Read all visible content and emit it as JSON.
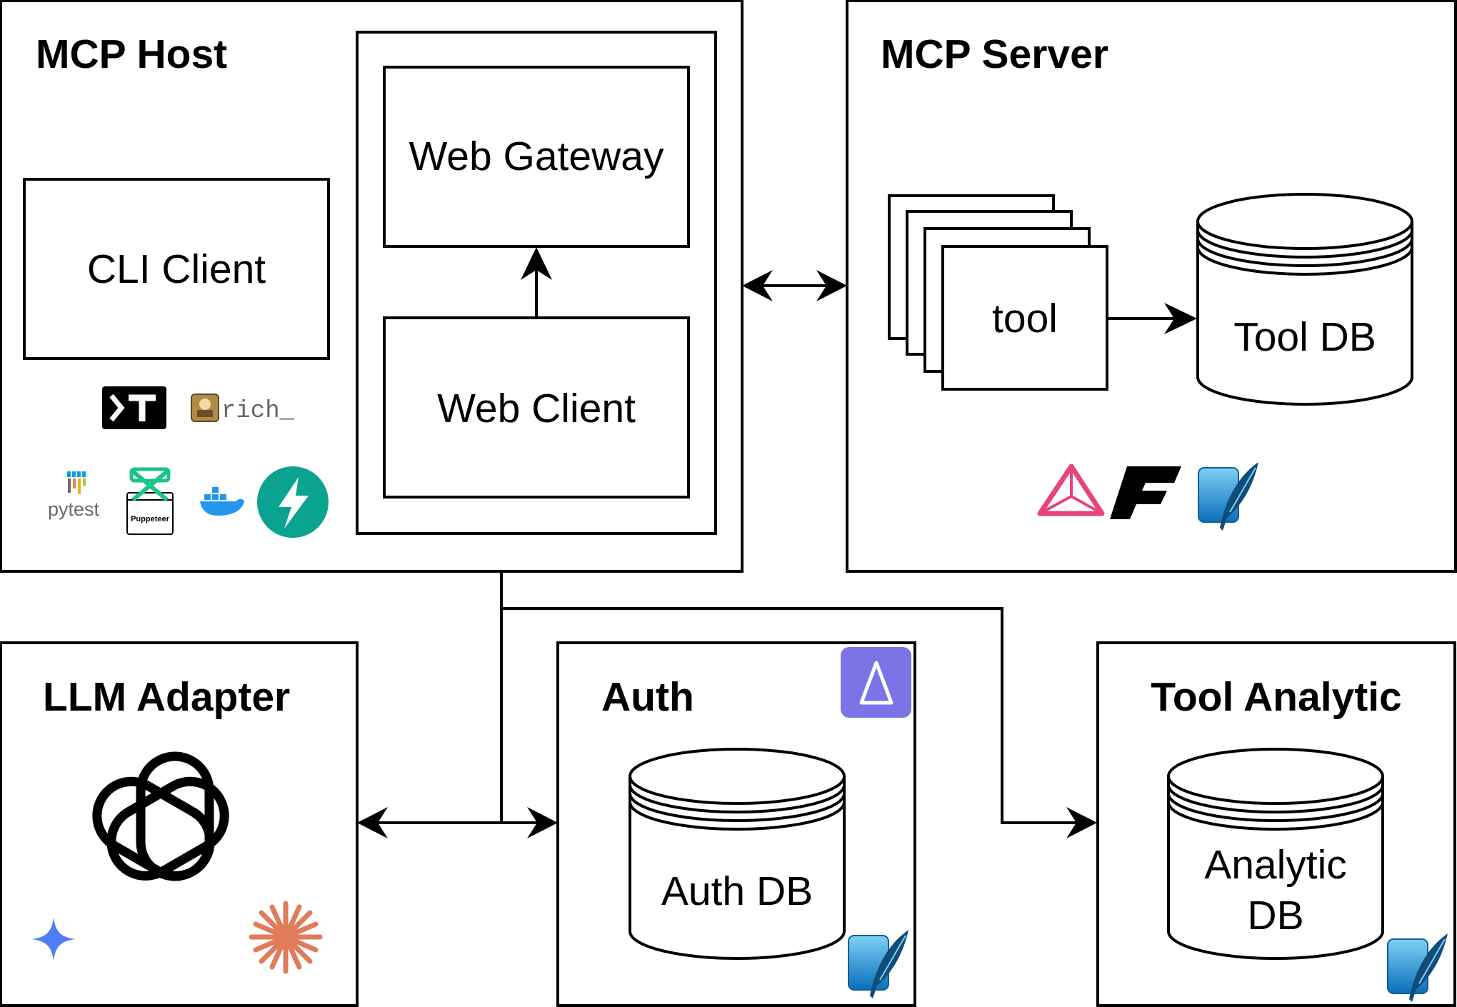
{
  "diagram": {
    "mcp_host": {
      "title": "MCP Host",
      "cli_client": "CLI Client",
      "web_gateway": "Web Gateway",
      "web_client": "Web Client",
      "logos": [
        "textual-logo",
        "rich-logo",
        "pytest-logo",
        "puppeteer-logo",
        "docker-logo",
        "fastapi-logo"
      ],
      "logo_text": {
        "rich": "rich_",
        "pytest": "pytest",
        "puppeteer": "Puppeteer"
      }
    },
    "mcp_server": {
      "title": "MCP Server",
      "tool": "tool",
      "tool_db": "Tool DB",
      "logos": [
        "prisma-logo",
        "fastmcp-logo",
        "sqlite-logo"
      ]
    },
    "llm_adapter": {
      "title": "LLM Adapter",
      "logos": [
        "openai-logo",
        "gemini-logo",
        "claude-logo"
      ]
    },
    "auth": {
      "title": "Auth",
      "auth_db_line1": "Auth DB",
      "logos": [
        "auth-delta-logo",
        "sqlite-logo"
      ]
    },
    "tool_analytic": {
      "title": "Tool Analytic",
      "analytic_db_line1": "Analytic",
      "analytic_db_line2": "DB",
      "logos": [
        "sqlite-logo"
      ]
    },
    "colors": {
      "stroke": "#000000",
      "prisma": "#e8447a",
      "auth_badge": "#7b74e6",
      "fastapi": "#0aa38f",
      "docker": "#2496ed",
      "gemini": "#4f7cf7",
      "claude": "#e07c5a",
      "sqlite": "#1e8fd8"
    }
  }
}
